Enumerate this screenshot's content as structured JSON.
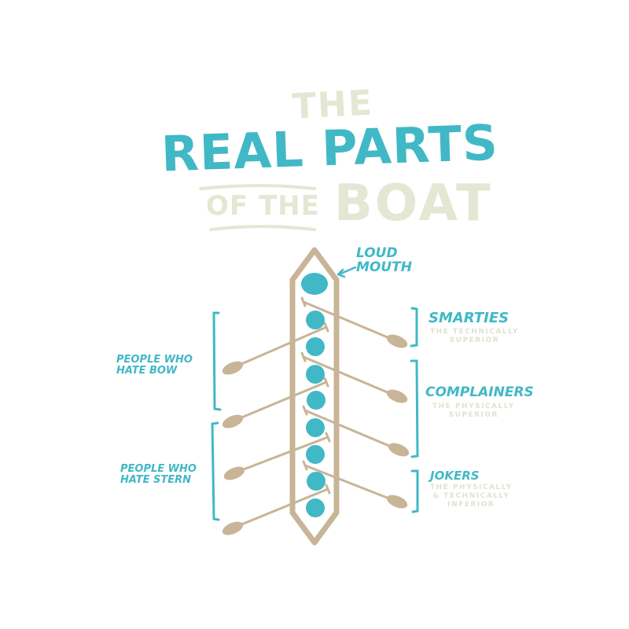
{
  "title": {
    "line1": "THE",
    "line2": "REAL PARTS",
    "line3a": "OF THE",
    "line3b": "BOAT"
  },
  "colors": {
    "teal": "#41b8c6",
    "tan": "#c8b496",
    "cream": "#e6e6d4",
    "background": "#ffffff"
  },
  "labels": {
    "loud_mouth": "LOUD\nMOUTH",
    "smarties": {
      "title": "SMARTIES",
      "subtitle": "THE TECHNICALLY\nSUPERIOR"
    },
    "complainers": {
      "title": "COMPLAINERS",
      "subtitle": "THE PHYSICALLY\nSUPERIOR"
    },
    "jokers": {
      "title": "JOKERS",
      "subtitle": "THE PHYSICALLY\n& TECHNICALLY\nINFERIOR"
    },
    "hate_bow": "PEOPLE WHO\nHATE BOW",
    "hate_stern": "PEOPLE WHO\nHATE STERN"
  },
  "boat": {
    "coxswain_count": 1,
    "rower_count": 8
  }
}
